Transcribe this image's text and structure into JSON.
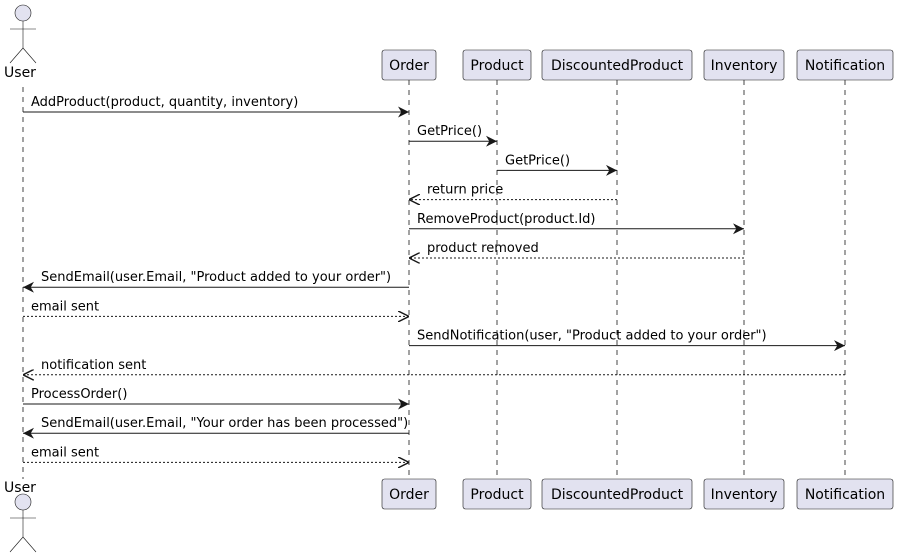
{
  "colors": {
    "participant_fill": "#E2E2F0",
    "participant_stroke": "#181818",
    "lifeline": "#181818",
    "arrow": "#181818"
  },
  "actor": {
    "name": "User"
  },
  "participants": [
    {
      "id": "order",
      "name": "Order"
    },
    {
      "id": "product",
      "name": "Product"
    },
    {
      "id": "discounted",
      "name": "DiscountedProduct"
    },
    {
      "id": "inventory",
      "name": "Inventory"
    },
    {
      "id": "notification",
      "name": "Notification"
    }
  ],
  "messages": [
    {
      "from": "user",
      "to": "order",
      "label": "AddProduct(product, quantity, inventory)",
      "style": "sync"
    },
    {
      "from": "order",
      "to": "product",
      "label": "GetPrice()",
      "style": "sync"
    },
    {
      "from": "product",
      "to": "discounted",
      "label": "GetPrice()",
      "style": "sync"
    },
    {
      "from": "discounted",
      "to": "order",
      "label": "return price",
      "style": "return"
    },
    {
      "from": "order",
      "to": "inventory",
      "label": "RemoveProduct(product.Id)",
      "style": "sync"
    },
    {
      "from": "inventory",
      "to": "order",
      "label": "product removed",
      "style": "return"
    },
    {
      "from": "order",
      "to": "user",
      "label": "SendEmail(user.Email, \"Product added to your order\")",
      "style": "sync"
    },
    {
      "from": "user",
      "to": "order",
      "label": "email sent",
      "style": "return"
    },
    {
      "from": "order",
      "to": "notification",
      "label": "SendNotification(user, \"Product added to your order\")",
      "style": "sync"
    },
    {
      "from": "notification",
      "to": "user",
      "label": "notification sent",
      "style": "return"
    },
    {
      "from": "user",
      "to": "order",
      "label": "ProcessOrder()",
      "style": "sync"
    },
    {
      "from": "order",
      "to": "user",
      "label": "SendEmail(user.Email, \"Your order has been processed\")",
      "style": "sync"
    },
    {
      "from": "user",
      "to": "order",
      "label": "email sent",
      "style": "return"
    }
  ]
}
